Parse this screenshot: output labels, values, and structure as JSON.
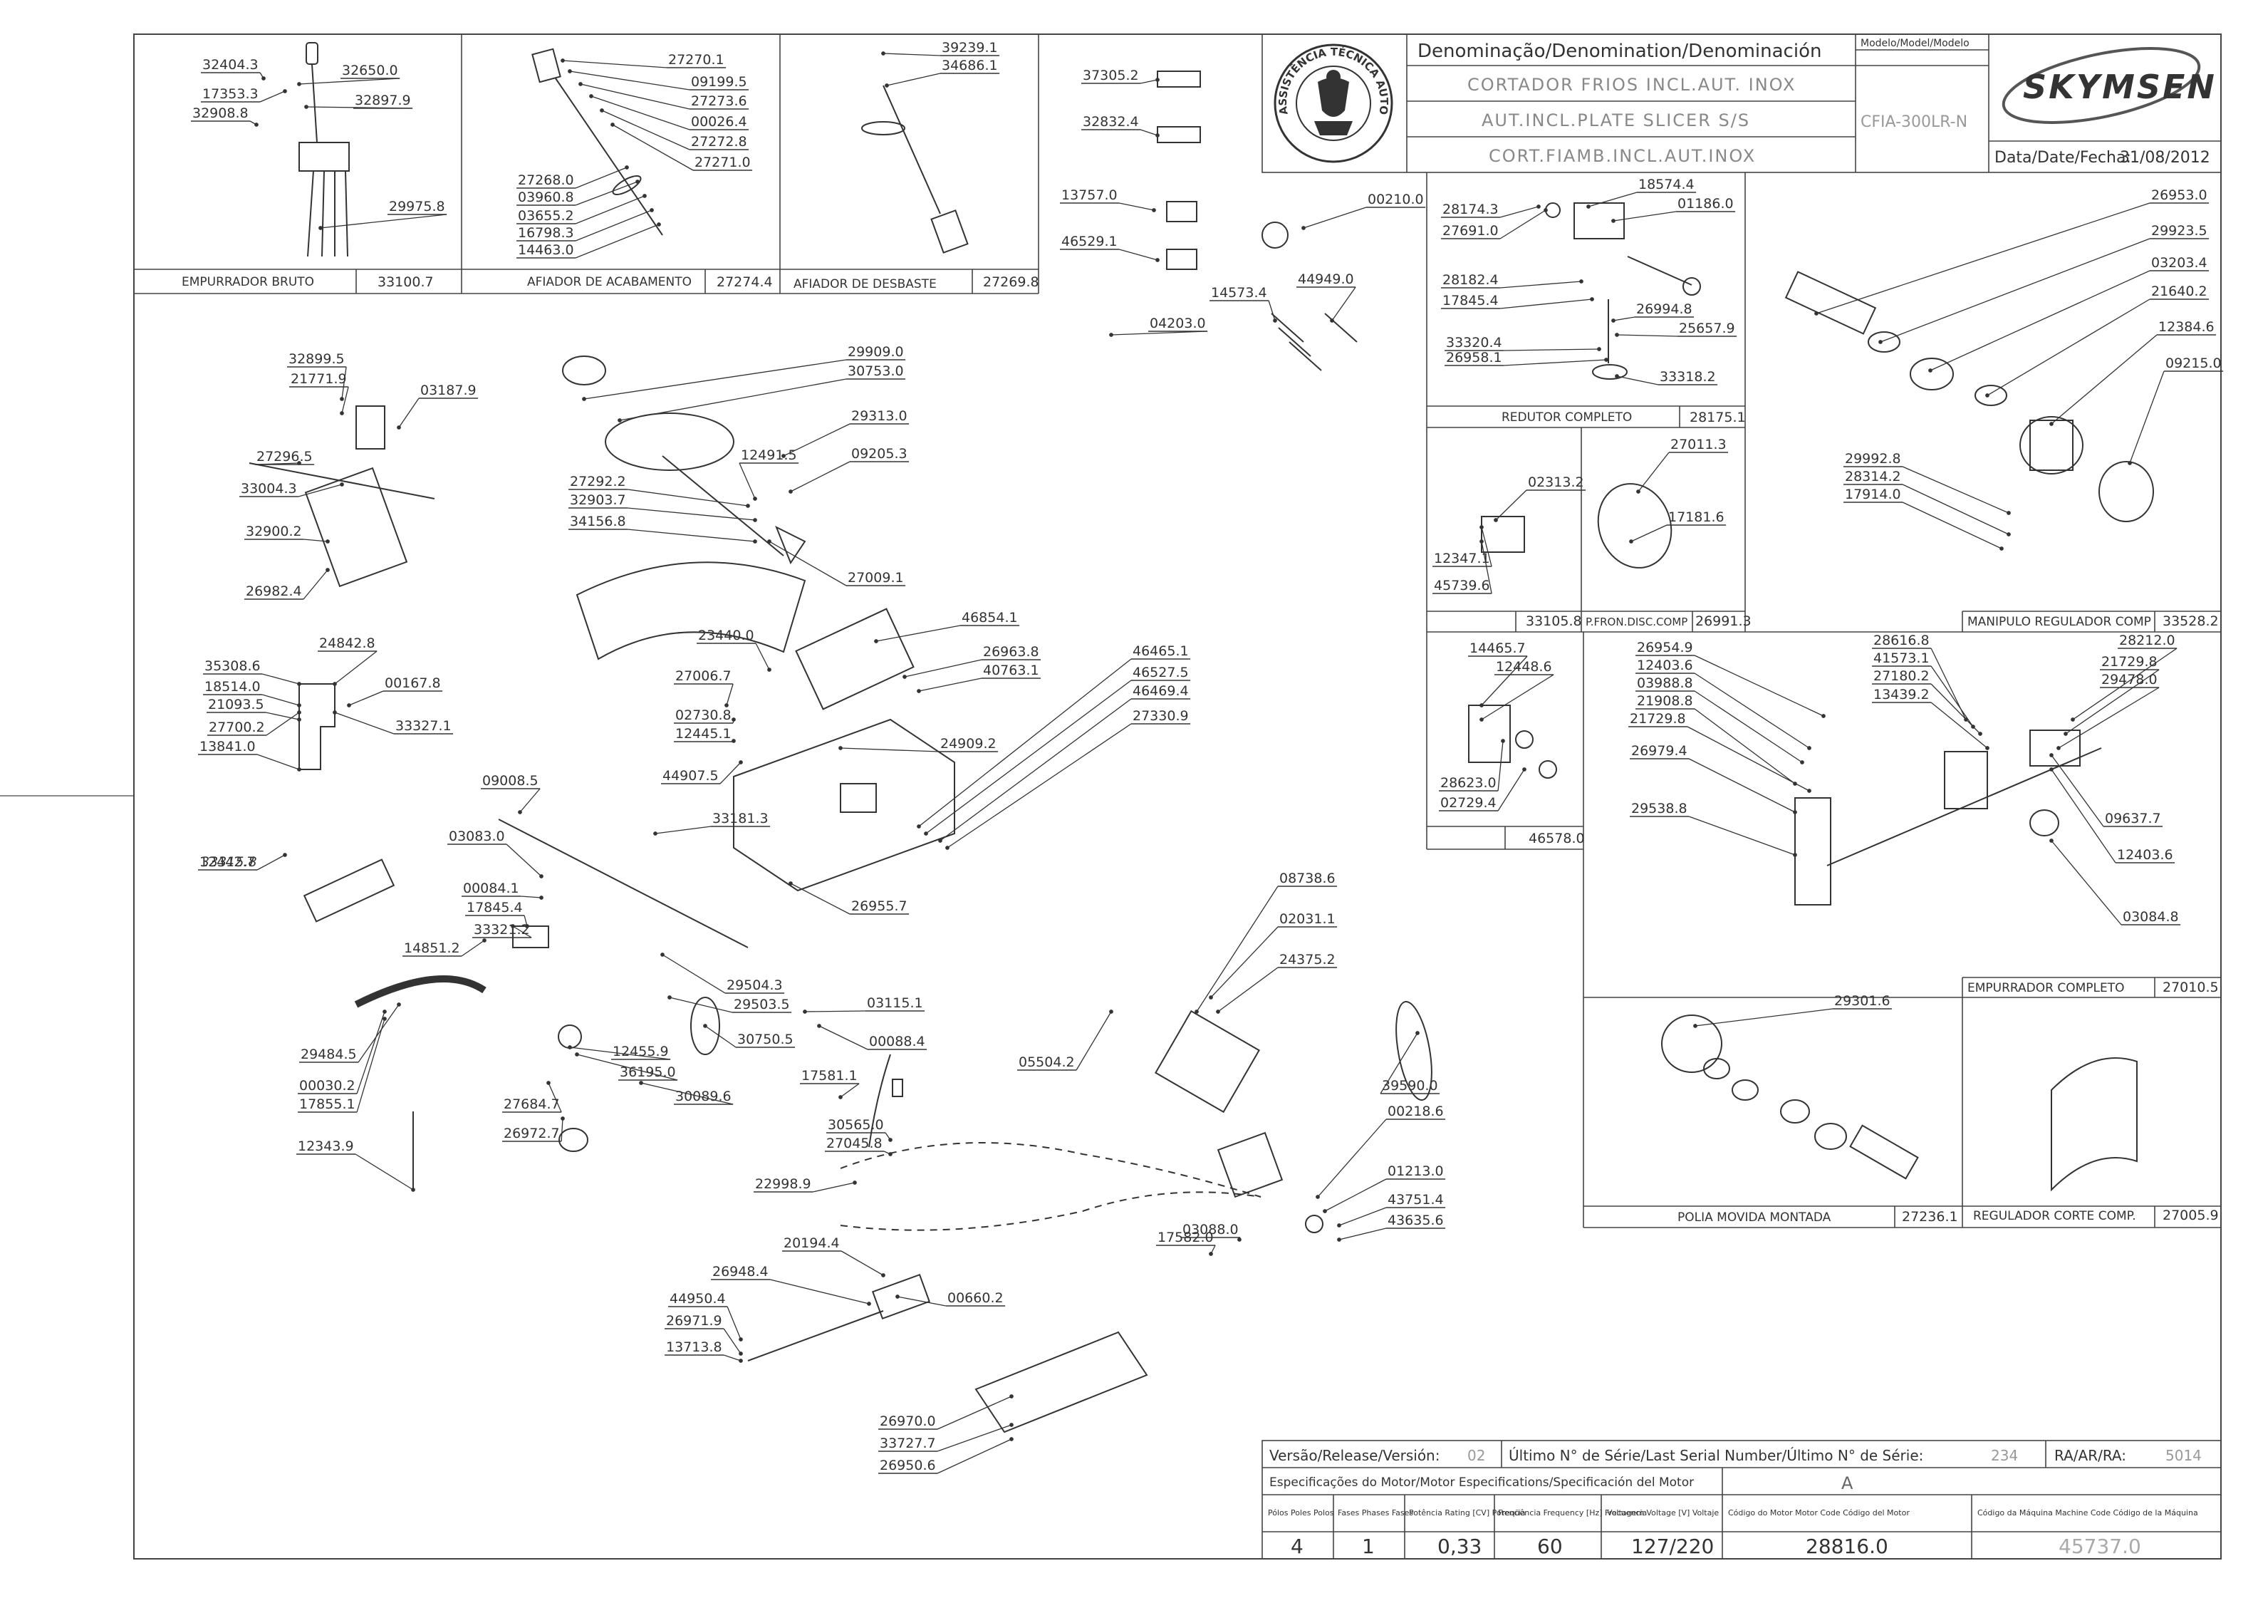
{
  "brand": "SKYMSEN",
  "stamp": "ASSISTÊNCIA TÉCNICA AUTORIZADA",
  "header": {
    "denomination_label": "Denominação/Denomination/Denominación",
    "model_label": "Modelo/Model/Modelo",
    "names": [
      "CORTADOR FRIOS INCL.AUT. INOX",
      "AUT.INCL.PLATE SLICER S/S",
      "CORT.FIAMB.INCL.AUT.INOX"
    ],
    "model": "CFIA-300LR-N",
    "date_label": "Data/Date/Fecha:",
    "date": "31/08/2012"
  },
  "footer": {
    "version_label": "Versão/Release/Versión:",
    "version": "02",
    "serial_label": "Último N° de Série/Last Serial Number/Último N° de Série:",
    "serial": "234",
    "ra_label": "RA/AR/RA:",
    "ra": "5014",
    "motor_spec_label": "Especificações do Motor/Motor Especifications/Specificación del Motor",
    "revision": "A",
    "poles_label": "Pólos Poles Polos",
    "phases_label": "Fases Phases Fases",
    "power_label": "Potência Rating [CV] Potencia",
    "freq_label": "Freqüência Frequency [Hz] Frecuencia",
    "voltage_label": "Voltagem Voltage [V] Voltaje",
    "motor_code_label": "Código do Motor Motor Code Código del Motor",
    "machine_code_label": "Código da Máquina Machine Code Código de la Máquina",
    "poles": "4",
    "phases": "1",
    "power": "0,33",
    "freq": "60",
    "voltage": "127/220",
    "motor_code": "28816.0",
    "machine_code": "45737.0"
  },
  "assemblies": {
    "empurrador_bruto": {
      "name": "EMPURRADOR BRUTO",
      "code": "33100.7"
    },
    "afiador_acabamento": {
      "name": "AFIADOR DE ACABAMENTO",
      "code": "27274.4"
    },
    "afiador_desbaste": {
      "name": "AFIADOR DE DESBASTE",
      "code": "27269.8"
    },
    "redutor": {
      "name": "REDUTOR COMPLETO",
      "code": "28175.1"
    },
    "p_fron_disc": {
      "name": "P.FRON.DISC.COMP",
      "code": "26991.3"
    },
    "code_33105": {
      "code": "33105.8"
    },
    "manipulo": {
      "name": "MANIPULO REGULADOR COMP",
      "code": "33528.2"
    },
    "code_46578": {
      "code": "46578.0"
    },
    "empurrador_completo": {
      "name": "EMPURRADOR COMPLETO",
      "code": "27010.5"
    },
    "polia": {
      "name": "POLIA MOVIDA MONTADA",
      "code": "27236.1"
    },
    "regulador_corte": {
      "name": "REGULADOR CORTE COMP.",
      "code": "27005.9"
    }
  },
  "part_numbers": [
    "32404.3",
    "32650.0",
    "17353.3",
    "32897.9",
    "32908.8",
    "29975.8",
    "27270.1",
    "09199.5",
    "27273.6",
    "00026.4",
    "27272.8",
    "27271.0",
    "27268.0",
    "03960.8",
    "03655.2",
    "16798.3",
    "14463.0",
    "39239.1",
    "34686.1",
    "37305.2",
    "32832.4",
    "13757.0",
    "46529.1",
    "04203.0",
    "00210.0",
    "14573.4",
    "44949.0",
    "28174.3",
    "27691.0",
    "18574.4",
    "01186.0",
    "28182.4",
    "17845.4",
    "26994.8",
    "25657.9",
    "33320.4",
    "26958.1",
    "33318.2",
    "26953.0",
    "29923.5",
    "03203.4",
    "21640.2",
    "12384.6",
    "09215.0",
    "29992.8",
    "28314.2",
    "17914.0",
    "32899.5",
    "21771.9",
    "03187.9",
    "29909.0",
    "30753.0",
    "33004.3",
    "27296.5",
    "12491.5",
    "29313.0",
    "09205.3",
    "32900.2",
    "27292.2",
    "32903.7",
    "34156.8",
    "26982.4",
    "27009.1",
    "02313.2",
    "27011.3",
    "17181.6",
    "12347.1",
    "45739.6",
    "46854.1",
    "23440.0",
    "26963.8",
    "40763.1",
    "24842.8",
    "35308.6",
    "00167.8",
    "18514.0",
    "21093.5",
    "27700.2",
    "33327.1",
    "13841.0",
    "27006.7",
    "02730.8",
    "12445.1",
    "44907.5",
    "24909.2",
    "46465.1",
    "46527.5",
    "46469.4",
    "27330.9",
    "14465.7",
    "12448.6",
    "28623.0",
    "02729.4",
    "26954.9",
    "12403.6",
    "03988.8",
    "21908.8",
    "21729.8",
    "28616.8",
    "41573.1",
    "27180.2",
    "13439.2",
    "28212.0",
    "21729.8",
    "29478.0",
    "26979.4",
    "33315.8",
    "29538.8",
    "09637.7",
    "12403.6",
    "03084.8",
    "09008.5",
    "33181.3",
    "26955.7",
    "12442.7",
    "03083.0",
    "00084.1",
    "17845.4",
    "33321.2",
    "14851.2",
    "29504.3",
    "00088.4",
    "03115.1",
    "29503.5",
    "30750.5",
    "12455.9",
    "36195.0",
    "30089.6",
    "29484.5",
    "00030.2",
    "17855.1",
    "27684.7",
    "26972.7",
    "12343.9",
    "08738.6",
    "02031.1",
    "24375.2",
    "05504.2",
    "39590.0",
    "00218.6",
    "01213.0",
    "43751.4",
    "43635.6",
    "03088.0",
    "17582.0",
    "17581.1",
    "30565.0",
    "27045.8",
    "22998.9",
    "20194.4",
    "26948.4",
    "00660.2",
    "44950.4",
    "26971.9",
    "13713.8",
    "26970.0",
    "33727.7",
    "26950.6",
    "29301.6"
  ]
}
